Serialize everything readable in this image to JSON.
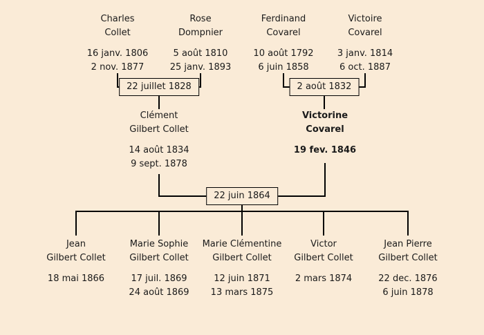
{
  "page": {
    "background": "#faebd7",
    "line_color": "#000000",
    "text_color": "#1a1a1a"
  },
  "gen1": [
    {
      "name1": "Charles",
      "name2": "Collet",
      "birth": "16 janv. 1806",
      "death": "2 nov. 1877"
    },
    {
      "name1": "Rose",
      "name2": "Dompnier",
      "birth": "5 août 1810",
      "death": "25 janv. 1893"
    },
    {
      "name1": "Ferdinand",
      "name2": "Covarel",
      "birth": "10 août 1792",
      "death": "6 juin 1858"
    },
    {
      "name1": "Victoire",
      "name2": "Covarel",
      "birth": "3 janv. 1814",
      "death": "6 oct. 1887"
    }
  ],
  "marriages": [
    {
      "date": "22 juillet 1828"
    },
    {
      "date": "2 août 1832"
    },
    {
      "date": "22 juin 1864"
    }
  ],
  "gen2": [
    {
      "name1": "Clément",
      "name2": "Gilbert Collet",
      "birth": "14 août 1834",
      "death": "9 sept. 1878"
    },
    {
      "name1": "Victorine",
      "name2": "Covarel",
      "birth": "19 fev. 1846",
      "death": ""
    }
  ],
  "gen3": [
    {
      "name1": "Jean",
      "name2": "Gilbert Collet",
      "birth": "18 mai 1866",
      "death": ""
    },
    {
      "name1": "Marie Sophie",
      "name2": "Gilbert Collet",
      "birth": "17 juil. 1869",
      "death": "24 août 1869"
    },
    {
      "name1": "Marie Clémentine",
      "name2": "Gilbert Collet",
      "birth": "12 juin 1871",
      "death": "13 mars 1875"
    },
    {
      "name1": "Victor",
      "name2": "Gilbert Collet",
      "birth": "2 mars 1874",
      "death": ""
    },
    {
      "name1": "Jean Pierre",
      "name2": "Gilbert Collet",
      "birth": "22 dec. 1876",
      "death": "6 juin 1878"
    }
  ]
}
